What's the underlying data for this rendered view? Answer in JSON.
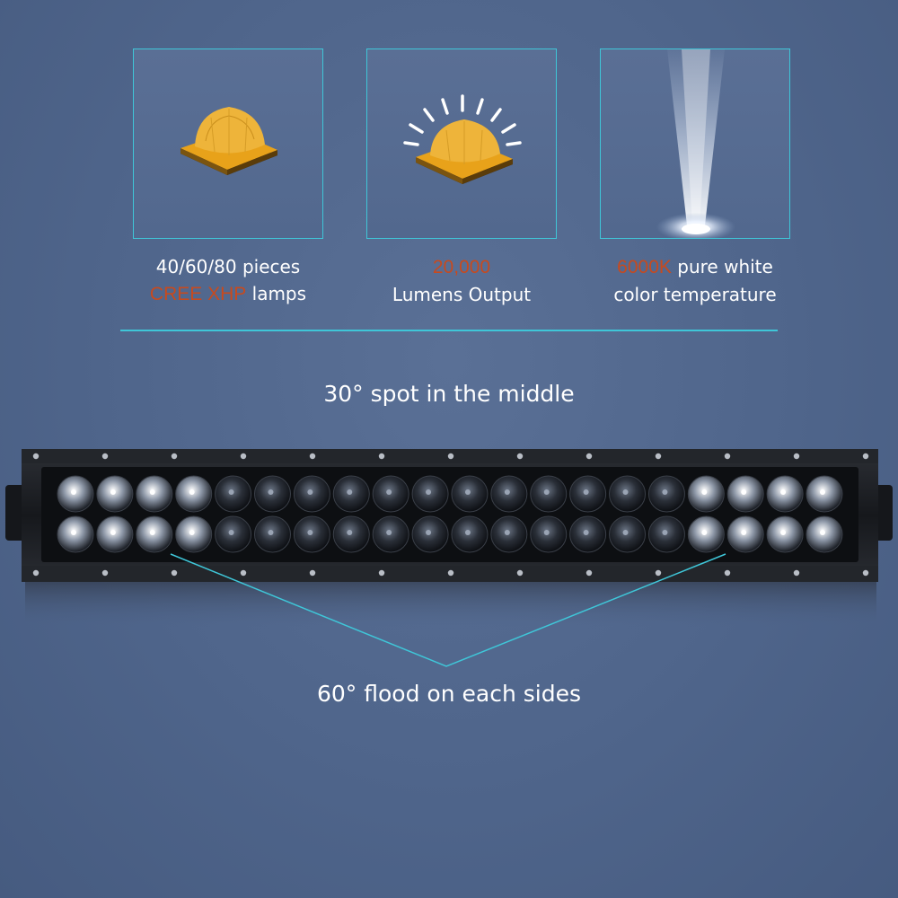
{
  "features": [
    {
      "icon": "led-chip-icon",
      "line1": [
        {
          "text": "40/60/80 pieces",
          "hl": false
        }
      ],
      "line2": [
        {
          "text": "CREE XHP",
          "hl": true
        },
        {
          "text": " lamps",
          "hl": false
        }
      ]
    },
    {
      "icon": "led-chip-glow-icon",
      "line1": [
        {
          "text": "20,000",
          "hl": true
        }
      ],
      "line2": [
        {
          "text": "Lumens Output",
          "hl": false
        }
      ]
    },
    {
      "icon": "light-beam-icon",
      "line1": [
        {
          "text": "6000K",
          "hl": true
        },
        {
          "text": " pure white",
          "hl": false
        }
      ],
      "line2": [
        {
          "text": "color temperature",
          "hl": false
        }
      ]
    }
  ],
  "spot_label": "30° spot in the middle",
  "flood_label": "60° flood on each sides",
  "colors": {
    "accent_line": "#3fc6d8",
    "highlight_text": "#c84a1e",
    "background": "#4f658b",
    "chip_amber": "#e8a21a"
  }
}
